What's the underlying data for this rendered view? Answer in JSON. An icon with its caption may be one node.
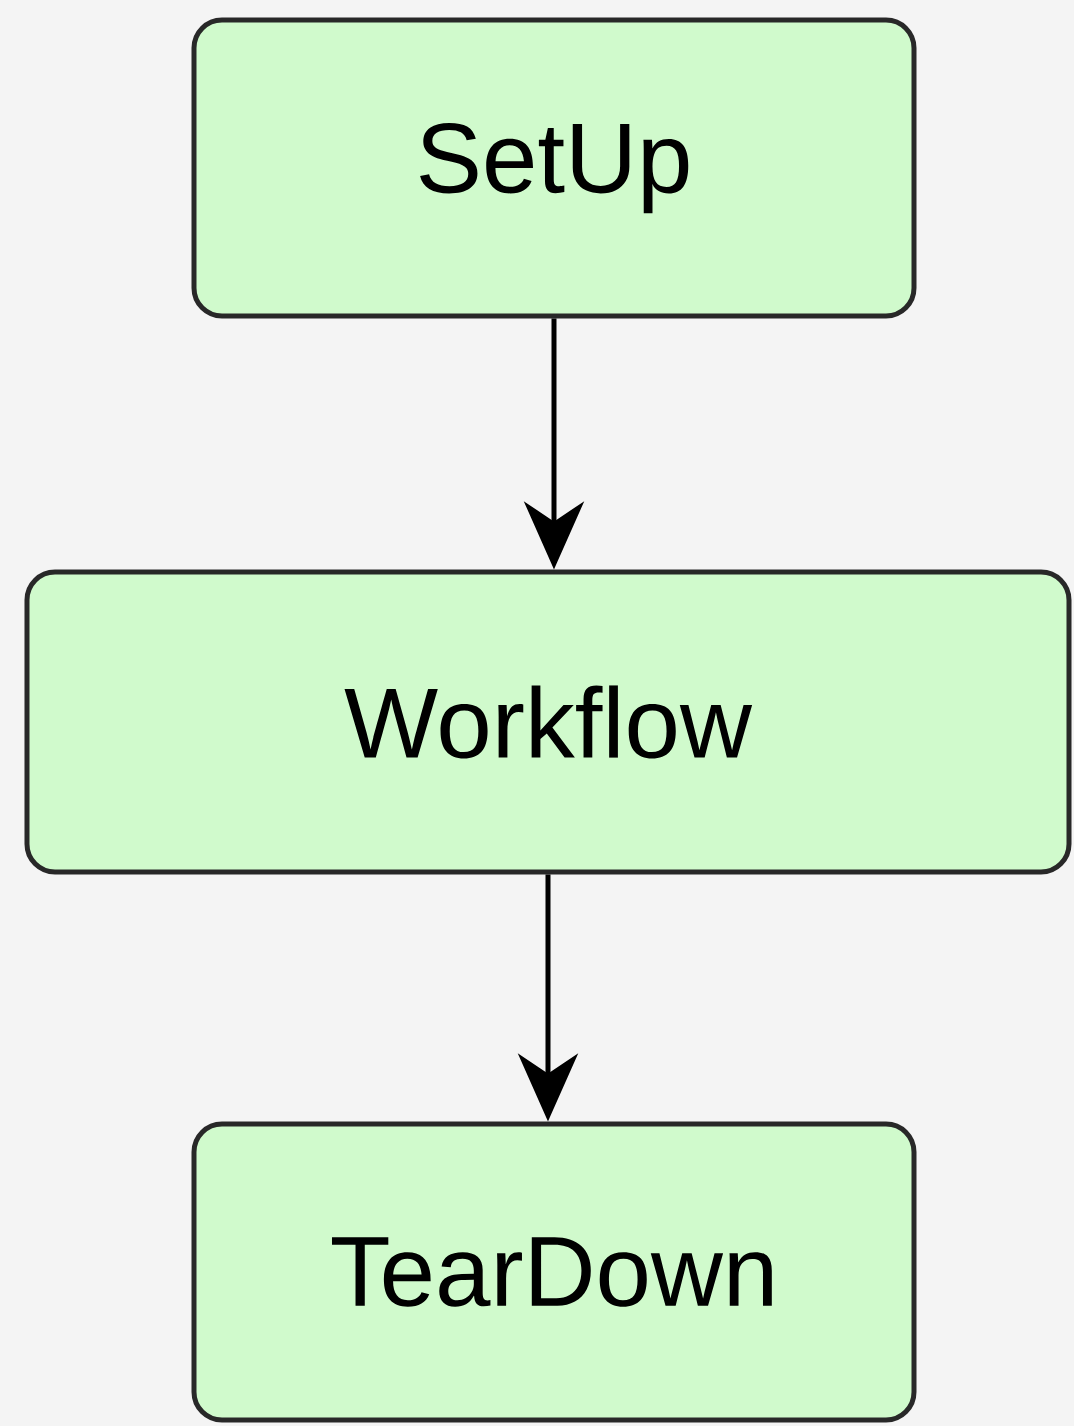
{
  "diagram": {
    "nodes": [
      {
        "text": [
          "SetUp"
        ]
      },
      {
        "text": [
          "Workflow"
        ]
      },
      {
        "text": [
          "TearDown"
        ]
      }
    ],
    "edges": [
      {
        "from": 0,
        "to": 1,
        "arrow": "to"
      },
      {
        "from": 1,
        "to": 2,
        "arrow": "to"
      }
    ]
  }
}
